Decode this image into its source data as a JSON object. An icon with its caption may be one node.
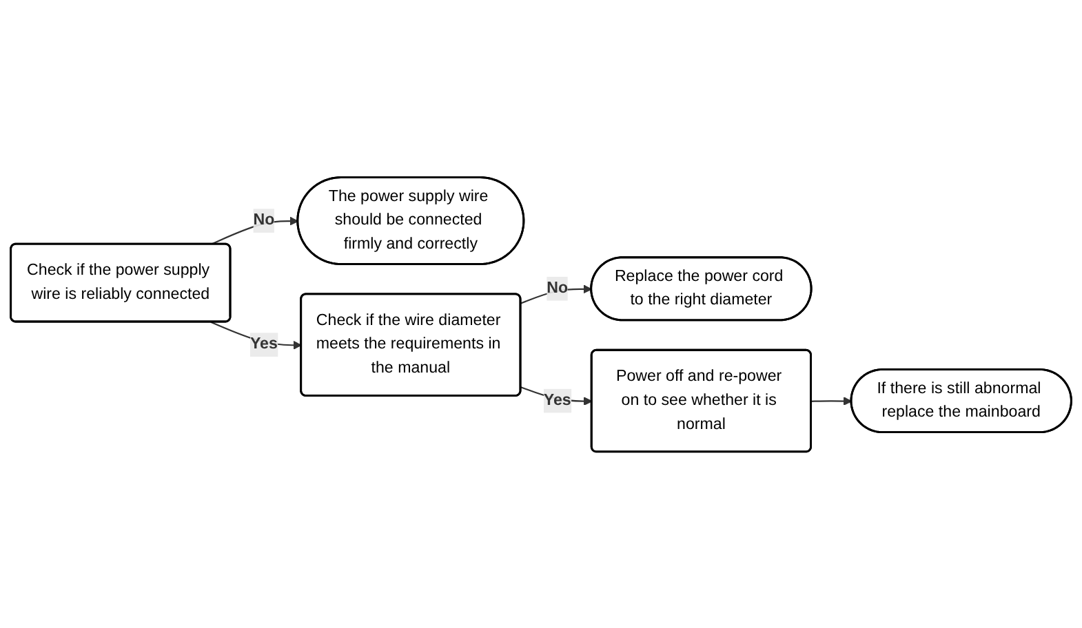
{
  "diagram": {
    "nodes": [
      {
        "text": [
          "Check if the power supply wire is reliably connected"
        ]
      },
      {
        "text": [
          "The power supply wire should be connected firmly and correctly"
        ]
      },
      {
        "text": [
          "Check if the wire diameter meets the requirements in the manual"
        ]
      },
      {
        "text": [
          "Replace the power cord to the right diameter"
        ]
      },
      {
        "text": [
          "Power off and re-power on to see whether it is normal"
        ]
      },
      {
        "text": [
          "If there is still abnormal replace the mainboard"
        ]
      }
    ],
    "edges": [
      {
        "from": 0,
        "to": 1,
        "label": "No",
        "arrow": "to"
      },
      {
        "from": 0,
        "to": 2,
        "label": "Yes",
        "arrow": "to"
      },
      {
        "from": 2,
        "to": 3,
        "label": "No",
        "arrow": "to"
      },
      {
        "from": 2,
        "to": 4,
        "label": "Yes",
        "arrow": "to"
      },
      {
        "from": 4,
        "to": 5,
        "arrow": "to"
      }
    ]
  }
}
